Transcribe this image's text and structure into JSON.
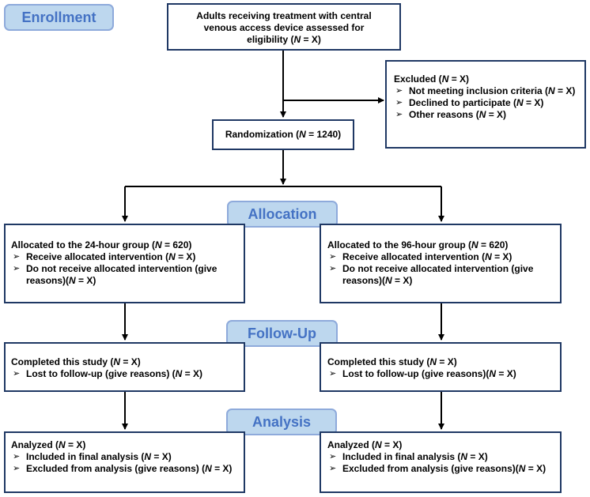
{
  "stages": {
    "enrollment": "Enrollment",
    "allocation": "Allocation",
    "follow_up": "Follow-Up",
    "analysis": "Analysis"
  },
  "eligibility": {
    "line1": "Adults receiving treatment with central",
    "line2": "venous access device assessed for",
    "line3_pre": "eligibility (",
    "n_italic": "N",
    "line3_post": " = X)"
  },
  "excluded": {
    "title_pre": "Excluded (",
    "title_n": "N",
    "title_post": " = X)",
    "items": [
      {
        "pre": "Not meeting inclusion criteria (",
        "n": "N",
        "post": " = X)"
      },
      {
        "pre": "Declined to participate (",
        "n": "N",
        "post": " = X)"
      },
      {
        "pre": "Other reasons (",
        "n": "N",
        "post": " = X)"
      }
    ]
  },
  "randomization": {
    "pre": "Randomization (",
    "n": "N",
    "post": " = 1240)"
  },
  "allocation": {
    "left": {
      "title_pre": "Allocated to the 24-hour group (",
      "title_n": "N",
      "title_post": " = 620)",
      "items": [
        {
          "pre": "Receive allocated intervention (",
          "n": "N",
          "post": " = X)"
        },
        {
          "pre": "Do not receive allocated intervention (give reasons)(",
          "n": "N",
          "post": " = X)"
        }
      ]
    },
    "right": {
      "title_pre": "Allocated to the 96-hour group (",
      "title_n": "N",
      "title_post": " = 620)",
      "items": [
        {
          "pre": "Receive allocated intervention (",
          "n": "N",
          "post": " = X)"
        },
        {
          "pre": "Do not receive allocated intervention (give reasons)(",
          "n": "N",
          "post": " = X)"
        }
      ]
    }
  },
  "follow_up": {
    "left": {
      "title_pre": "Completed this study (",
      "title_n": "N",
      "title_post": " = X)",
      "items": [
        {
          "pre": "Lost to follow-up (give reasons) (",
          "n": "N",
          "post": " = X)"
        }
      ]
    },
    "right": {
      "title_pre": "Completed this study (",
      "title_n": "N",
      "title_post": " = X)",
      "items": [
        {
          "pre": "Lost to follow-up (give reasons)(",
          "n": "N",
          "post": " = X)"
        }
      ]
    }
  },
  "analysis": {
    "left": {
      "title_pre": "Analyzed (",
      "title_n": "N",
      "title_post": " = X)",
      "items": [
        {
          "pre": "Included in final analysis (",
          "n": "N",
          "post": " = X)"
        },
        {
          "pre": "Excluded from analysis (give reasons) (",
          "n": "N",
          "post": " = X)"
        }
      ]
    },
    "right": {
      "title_pre": "Analyzed (",
      "title_n": "N",
      "title_post": " = X)",
      "items": [
        {
          "pre": "Included in final analysis (",
          "n": "N",
          "post": " = X)"
        },
        {
          "pre": "Excluded from analysis (give reasons)(",
          "n": "N",
          "post": " = X)"
        }
      ]
    }
  },
  "colors": {
    "box_border": "#1f3864",
    "stage_fill": "#bdd7ee",
    "stage_border": "#8eaadb",
    "stage_text": "#4472c4",
    "line": "#000000"
  }
}
